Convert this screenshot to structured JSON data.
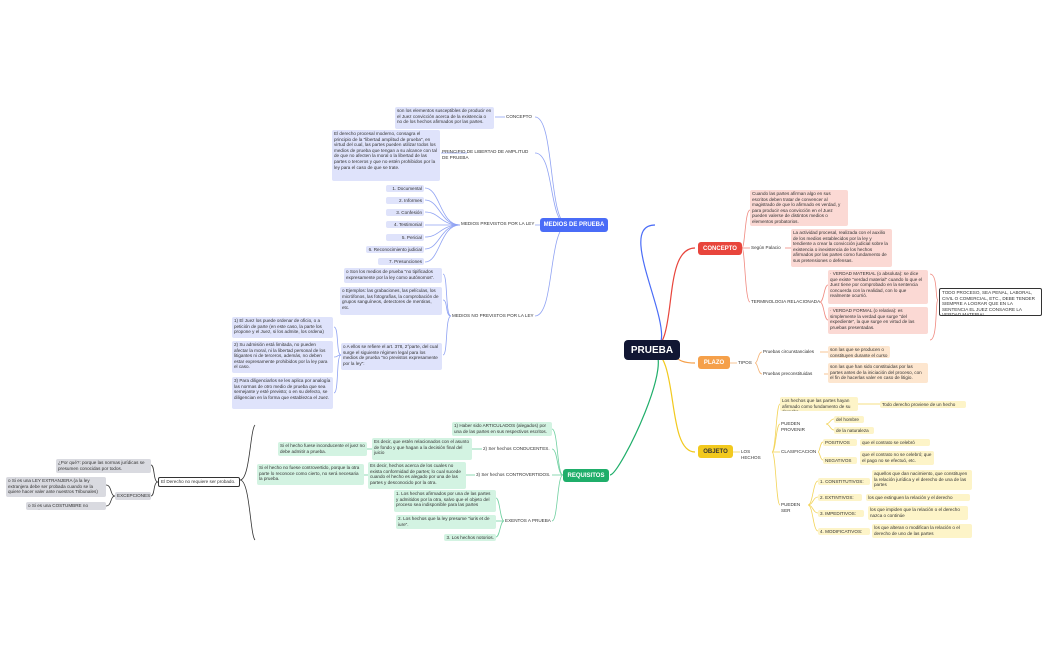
{
  "root": "PRUEBA",
  "medios": {
    "label": "MEDIOS DE PRUEBA",
    "concepto": {
      "label": "CONCEPTO",
      "text": "son los elementos susceptibles de producir en el Juez convicción acerca de la existencia o no de los hechos afirmados por las partes."
    },
    "principio": {
      "label": "PRINCIPIO DE LIBERTAD DE AMPLITUD DE PRUEBA",
      "text": "El derecho procesal moderno, consagra el principio de la \"libertad amplitud de prueba\", en virtud del cual, las partes pueden utilizar todos los medios de prueba que tengan a su alcance con tal de que no afecten la moral o la libertad de las partes o terceros y que no estén prohibidos por la ley para el caso de que se trate."
    },
    "previstos": {
      "label": "MEDIOS PREVISTOS POR LA LEY",
      "items": [
        "1. Documental",
        "2. Informes",
        "3. Confesión",
        "4. Testimonial",
        "5. Pericial",
        "6. Reconocimiento judicial",
        "7. Presunciones"
      ]
    },
    "no_previstos": {
      "label": "MEDIOS NO PREVISTOS POR LA LEY",
      "a": "o Son los medios de prueba \"no tipificados expresamente por la ley como autónomos\".",
      "b": "o Ejemplos: las grabaciones, las películas, los micrófonos, las fotografías, la comprobación de grupos sanguíneos, detectores de mentiras, etc.",
      "c": "o A ellos se refiere el art. 378, 2°parte, del cual surge el siguiente régimen legal para los medios de prueba \"no previstos expresamente por la ley\":",
      "c1": "1) El Juez los puede ordenar de oficio, o a petición de parte (en este caso, la parte los propone y el Juez, si los admite, los ordena)",
      "c2": "2) Su admisión está limitada, no pueden afectar la moral, ni la libertad personal de los litigantes ni de terceros, además, no deben estar expresamente prohibidos por la ley para el caso.",
      "c3": "3) Para diligenciarlos se les aplica por analogía las normas de otro medio de prueba que sea semejante y esté previsto; o en su defecto, se diligencian en la forma que establezca el Juez."
    }
  },
  "concepto": {
    "label": "CONCEPTO",
    "text": "Cuando las partes afirman algo en sus escritos deben tratar de convencer al magistrado de que lo afirmado es verdad, y para producir esa convicción en el Juez pueden valerse de distintos medios o elementos probatorios.",
    "segun": {
      "label": "Según Palacio",
      "text": "La actividad procesal, realizada con el auxilio de los medios establecidos por la ley y tendiente a crear la convicción judicial sobre la existencia o inexistencia de los hechos afirmados por las partes como fundamento de sus pretensiones o defensas."
    },
    "terminologia": {
      "label": "TERMINOLOGIA RELACIONADA",
      "material": "· VERDAD MATERIAL (o absoluta): se dice que existe \"verdad material\" cuando lo que el Juez tiene por comprobado en la sentencia concuerda con la realidad, con lo que realmente ocurrió.",
      "formal": "· VERDAD FORMAL (o relativa): es simplemente la verdad que surge \"del expediente\", la que surge en virtud de las pruebas presentadas.",
      "note": "TODO PROCESO, SEA PENAL, LABORAL, CIVIL O COMERCIAL, ETC., DEBE TENDER SIEMPRE A LOGRAR QUE EN LA SENTENCIA EL JUEZ CONSAGRE LA VERDAD MATERIAL"
    }
  },
  "plazo": {
    "label": "PLAZO",
    "tipos": "TIPOS",
    "circ": {
      "label": "Pruebas circunstanciales",
      "text": "son las que se producen o constituyen durante el curso del proceso."
    },
    "pre": {
      "label": "Pruebas preconstituidas",
      "text": "son las que han sido constituidas por las partes antes de la iniciación del proceso, con el fin de hacerlas valer en caso de litigio."
    }
  },
  "objeto": {
    "label": "OBJETO",
    "hechos": "LOS HECHOS",
    "h1": "Los hechos que las partes hayan afirmado como fundamento de su derecho.",
    "h1b": "Todo derecho proviene de un hecho",
    "pueden_provenir": "PUEDEN PROVENIR",
    "hombre": "del hombre",
    "naturaleza": "de la naturaleza",
    "clasificacion": "CLASIFICACION",
    "positivos": "POSITIVOS",
    "positivos_t": "que el contrato se celebró",
    "negativos": "NEGATIVOS",
    "negativos_t": "que el contrato no se celebró; que el pago no se efectuó, etc.",
    "pueden_ser": "PUEDEN SER",
    "s1": "1. CONSTITUTIVOS:",
    "s1t": "aquellos que dan nacimiento, que constituyen la relación jurídica y el derecho de una de las partes",
    "s2": "2. EXTINTIVOS:",
    "s2t": "los que extinguen la relación y el derecho",
    "s3": "3. IMPEDITIVOS:",
    "s3t": "los que impiden que la relación o el derecho nazca o continúe",
    "s4": "4. MODIFICATIVOS:",
    "s4t": "los que alteran o modifican la relación o el derecho de uno de las partes"
  },
  "requisitos": {
    "label": "REQUISITOS",
    "r1": "1) Haber sido ARTICULADOS (alegados) por una de las partes en sus respectivos escritos.",
    "r2": "2) Ser hechos CONDUCENTES.",
    "r2t": "Es decir, que estén relacionados con el asunto de fondo y que hagan a la decisión final del juicio",
    "r2n": "Si el hecho fuese inconducente el juez no debe admitir a prueba.",
    "r3": "3) Ser hechos CONTROVERTIDOS.",
    "r3t": "Es decir, hechos acerca de los cuales no exista conformidad de partes; lo cual sucede cuando el hecho es alegado por una de las partes y desconocido por la otra.",
    "r3n": "Si el hecho no fuese controvertido, porque la otra parte lo reconoce como cierto, no será necesaria la prueba.",
    "exentos": "EXENTOS A PRUEBA",
    "e1": "1. Los hechos afirmados por una de las partes y admitidos por la otra, salvo que el objeto del proceso sea indisponible para las partes",
    "e2": "2. Los hechos que la ley presume \"iuris et de iure\".",
    "e3": "3. Los hechos notorios."
  },
  "derecho": {
    "label": "El Derecho no requiere ser probado.",
    "why": "¿Por qué?: porque las normas jurídicas se presumen conocidas por todos.",
    "excepciones": "EXCEPCIONES",
    "ex1": "o Si es una LEY EXTRANJERA (a la ley extranjera debe ser probada cuando se la quiere hacer valer ante nuestros Tribunales)",
    "ex2": "o Si es una COSTUMBRE no notoria."
  },
  "colors": {
    "blue": "#4a6cf7",
    "red": "#e8453c",
    "orange": "#f5a04a",
    "yellow": "#f2c91e",
    "green": "#1fae6a",
    "root": "#111633"
  }
}
